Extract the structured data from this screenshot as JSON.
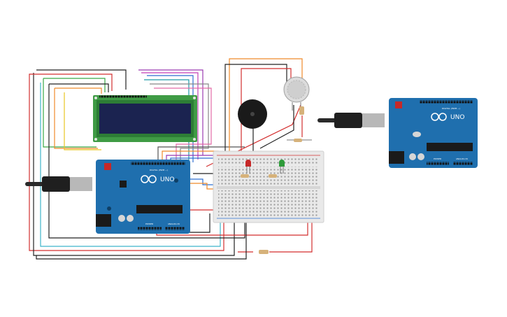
{
  "boards": {
    "main": {
      "logo": "UNO",
      "digital_label": "DIGITAL (PWM ~)",
      "power_label": "POWER",
      "analog_label": "ANALOG IN"
    },
    "second": {
      "logo": "UNO",
      "digital_label": "DIGITAL (PWM ~)",
      "power_label": "POWER",
      "analog_label": "ANALOG IN"
    }
  },
  "colors": {
    "board": "#1f6fae",
    "board_dark": "#175a8e",
    "lcd_pcb": "#3f9b45",
    "lcd_screen": "#1b2350",
    "breadboard": "#e9e9e9",
    "led_red": "#c62828",
    "led_green": "#2e9b3a",
    "buzzer": "#1a1a1a",
    "gas_sensor": "#dcdcdc",
    "usb_cable": "#2a2a2a"
  },
  "components": [
    {
      "name": "lcd-16x2",
      "icon": "lcd-display"
    },
    {
      "name": "piezo-buzzer",
      "icon": "buzzer"
    },
    {
      "name": "gas-sensor",
      "icon": "gas-sensor"
    },
    {
      "name": "red-led",
      "icon": "led"
    },
    {
      "name": "green-led",
      "icon": "led"
    },
    {
      "name": "resistor",
      "icon": "resistor"
    }
  ]
}
